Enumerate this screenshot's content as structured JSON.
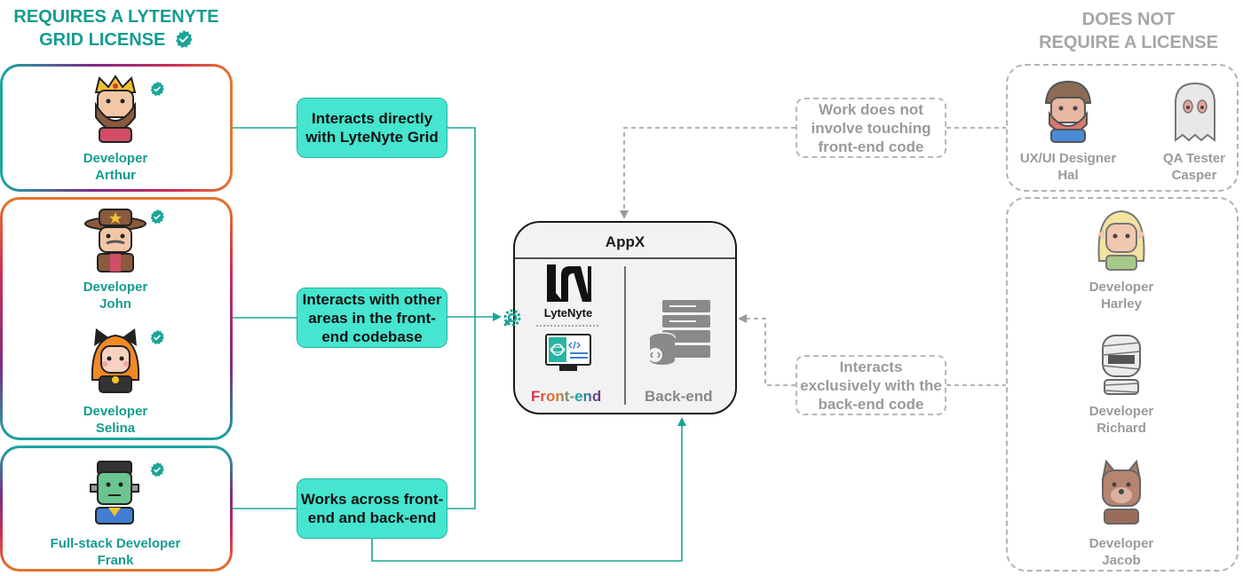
{
  "headings": {
    "left": [
      "REQUIRES A LYTENYTE",
      "GRID LICENSE"
    ],
    "right": [
      "DOES NOT",
      "REQUIRE A LICENSE"
    ]
  },
  "licensed_people": [
    {
      "role": "Developer",
      "name": "Arthur"
    },
    {
      "role": "Developer",
      "name": "John"
    },
    {
      "role": "Developer",
      "name": "Selina"
    },
    {
      "role": "Full-stack Developer",
      "name": "Frank"
    }
  ],
  "unlicensed_people": [
    {
      "role": "UX/UI Designer",
      "name": "Hal"
    },
    {
      "role": "QA Tester",
      "name": "Casper"
    },
    {
      "role": "Developer",
      "name": "Harley"
    },
    {
      "role": "Developer",
      "name": "Richard"
    },
    {
      "role": "Developer",
      "name": "Jacob"
    }
  ],
  "actions": {
    "direct": "Interacts directly with LyteNyte Grid",
    "other": "Interacts with other areas in the front-end codebase",
    "full": "Works across front-end and back-end"
  },
  "notes": {
    "no_frontend": "Work does not involve touching front-end code",
    "backend_only": "Interacts exclusively with the back-end code"
  },
  "app": {
    "title": "AppX",
    "logo_text": "LyteNyte",
    "frontend": "Front-end",
    "backend": "Back-end"
  },
  "colors": {
    "teal": "#149c8f",
    "action_fill": "#45e5cf",
    "muted": "#9a9a9a"
  }
}
